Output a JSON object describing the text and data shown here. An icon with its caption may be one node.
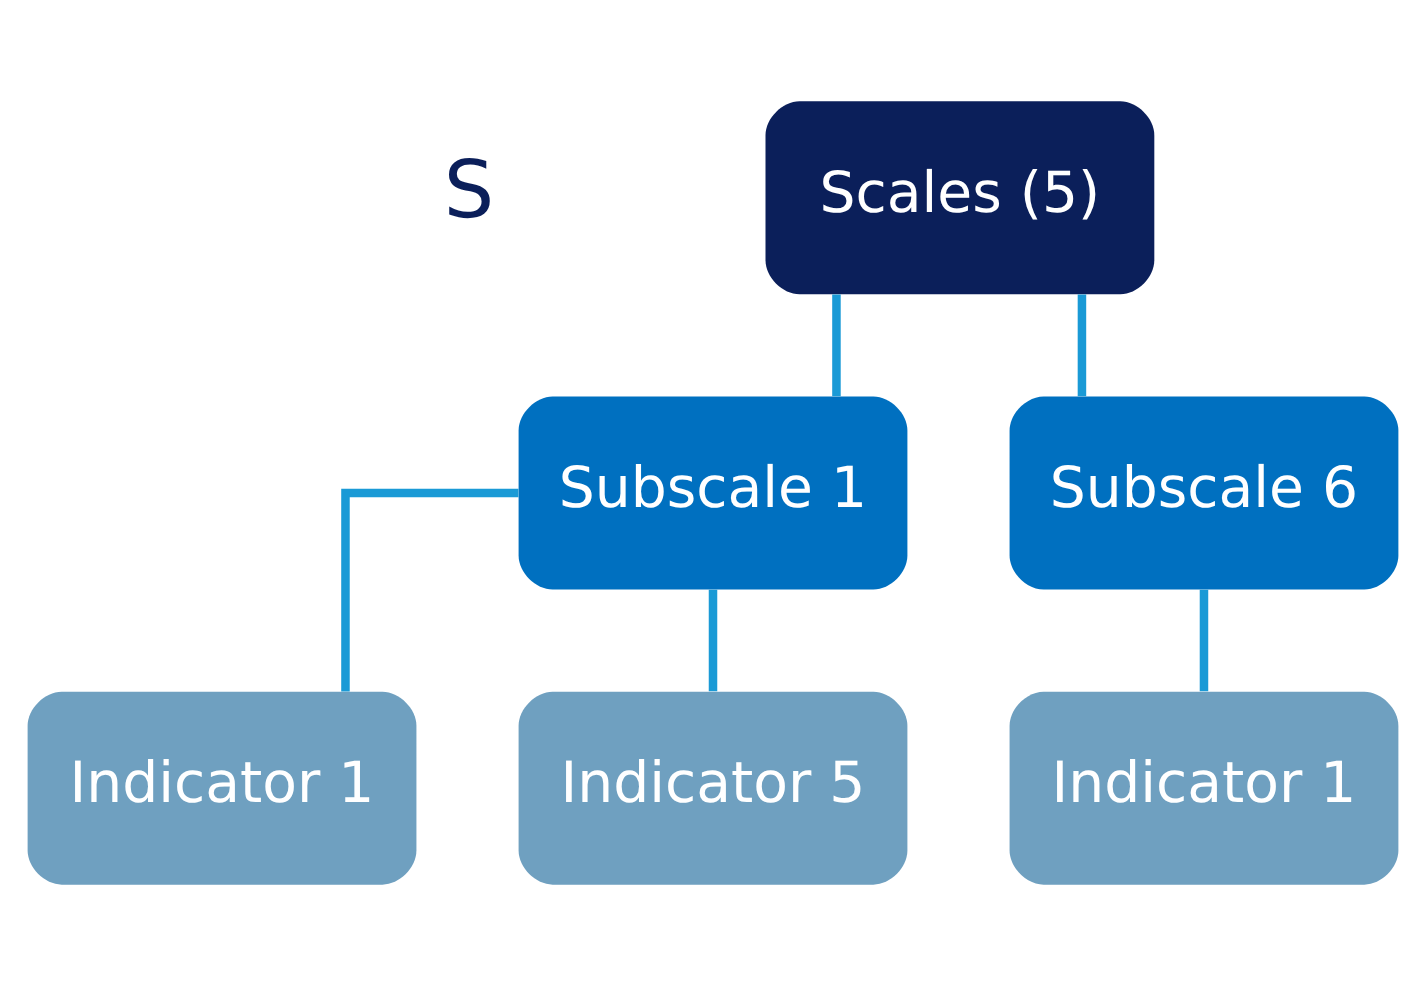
{
  "diagram": {
    "nodes": [
      {
        "text": [
          "Scales (5)"
        ]
      },
      {
        "text": [
          "Subscale 1"
        ]
      },
      {
        "text": [
          "Subscale 6"
        ]
      },
      {
        "text": [
          "Indicator 1"
        ]
      },
      {
        "text": [
          "Indicator 5"
        ]
      },
      {
        "text": [
          "Indicator 1"
        ]
      }
    ],
    "edges": [
      {
        "from": 0,
        "to": 1,
        "arrow": "none"
      },
      {
        "from": 0,
        "to": 2,
        "arrow": "none"
      },
      {
        "from": 1,
        "to": 3,
        "arrow": "none"
      },
      {
        "from": 1,
        "to": 4,
        "arrow": "none"
      },
      {
        "from": 2,
        "to": 5,
        "arrow": "none"
      }
    ],
    "labels": [
      "S"
    ]
  }
}
